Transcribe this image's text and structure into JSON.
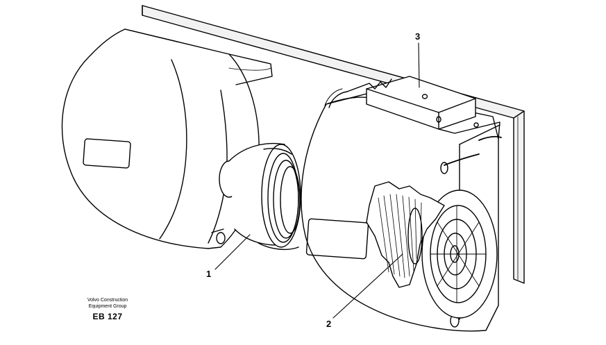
{
  "callouts": {
    "one": "1",
    "two": "2",
    "three": "3"
  },
  "credit": {
    "line1": "Volvo Construction",
    "line2": "Equipment Group",
    "code": "EB 127"
  },
  "colors": {
    "stroke": "#000000",
    "background": "#ffffff",
    "plate_shade": "#f2f2f2"
  }
}
